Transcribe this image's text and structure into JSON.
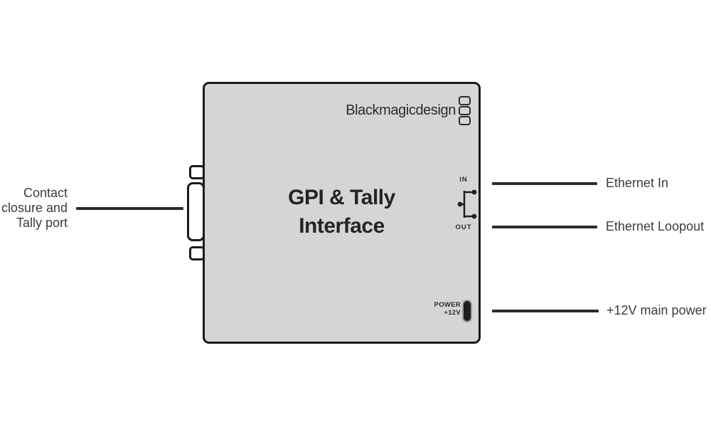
{
  "device": {
    "brand": "Blackmagicdesign",
    "title_line1": "GPI & Tally",
    "title_line2": "Interface",
    "port_in": "IN",
    "port_out": "OUT",
    "power_line1": "POWER",
    "power_line2": "+12V"
  },
  "callouts": {
    "contact_line1": "Contact",
    "contact_line2": "closure and",
    "contact_line3": "Tally port",
    "ethernet_in": "Ethernet In",
    "ethernet_loopout": "Ethernet Loopout",
    "main_power": "+12V main power"
  },
  "icons": {
    "brand_logo": "blackmagic-three-frames-icon",
    "ethernet_loop": "in-out-loop-through-icon"
  },
  "colors": {
    "background": "#ffffff",
    "device_fill": "#d5d5d5",
    "device_border": "#1b1b1b",
    "lead_line": "#2b2b2b",
    "label_text": "#3c3c3c",
    "title_text": "#242424",
    "connector_fill": "#ffffff",
    "power_jack_fill": "#1d1d1d"
  }
}
